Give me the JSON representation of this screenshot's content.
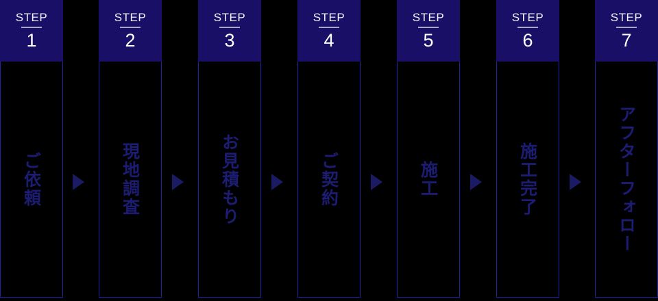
{
  "diagram": {
    "title": "7-step construction flow",
    "step_word": "STEP",
    "colors": {
      "background": "#000000",
      "badge_bg": "#1a0f66",
      "badge_text": "#ffffff",
      "badge_rule": "#a8a8c8",
      "column_border": "#2222a8",
      "label_text": "#1c1c72",
      "arrow": "#1b1b63"
    },
    "steps": [
      {
        "number": "1",
        "label": "ご依頼"
      },
      {
        "number": "2",
        "label": "現地調査"
      },
      {
        "number": "3",
        "label": "お見積もり"
      },
      {
        "number": "4",
        "label": "ご契約"
      },
      {
        "number": "5",
        "label": "施工"
      },
      {
        "number": "6",
        "label": "施工完了"
      },
      {
        "number": "7",
        "label": "アフターフォロー"
      }
    ],
    "arrow_glyph": "▶",
    "arrow_count": 6
  }
}
